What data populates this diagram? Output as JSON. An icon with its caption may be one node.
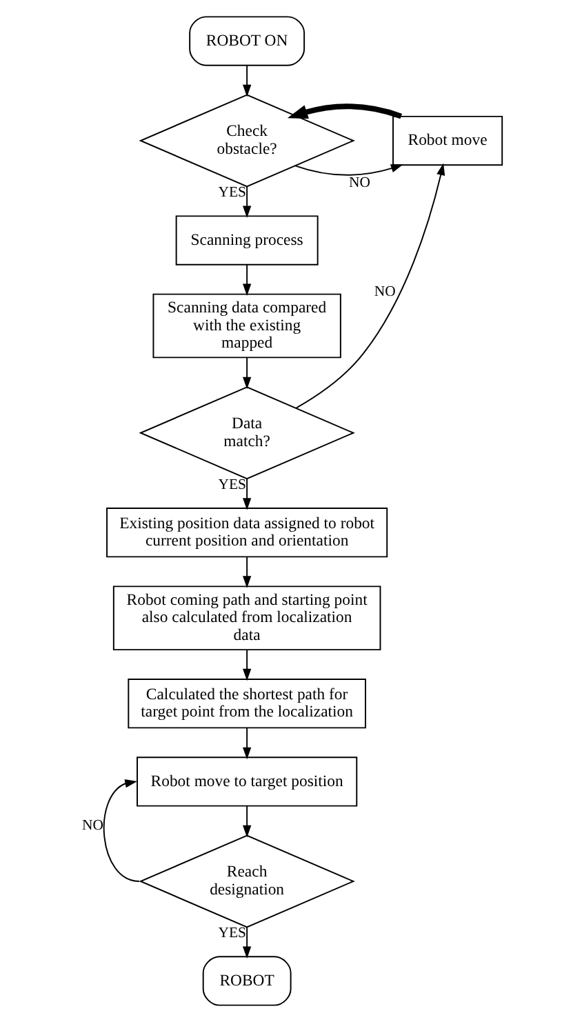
{
  "diagram": {
    "nodes": [
      {
        "text": [
          "ROBOT ON"
        ]
      },
      {
        "text": [
          "Check obstacle?"
        ]
      },
      {
        "text": [
          "Robot move"
        ]
      },
      {
        "text": [
          "Scanning process"
        ]
      },
      {
        "text": [
          "Scanning data compared with the existing mapped"
        ]
      },
      {
        "text": [
          "Data match?"
        ]
      },
      {
        "text": [
          "Existing position data assigned to robot current position and orientation"
        ]
      },
      {
        "text": [
          "Robot coming path and starting point also calculated from localization data"
        ]
      },
      {
        "text": [
          "Calculated the shortest path for target point from the localization"
        ]
      },
      {
        "text": [
          "Robot move to target position"
        ]
      },
      {
        "text": [
          "Reach designation"
        ]
      },
      {
        "text": [
          "ROBOT"
        ]
      }
    ],
    "edges": [
      {
        "from": 0,
        "to": 1,
        "arrow": "to"
      },
      {
        "from": 1,
        "to": 2,
        "arrow": "to",
        "label": "NO"
      },
      {
        "from": 2,
        "to": 1,
        "arrow": "to",
        "style": "thick"
      },
      {
        "from": 1,
        "to": 3,
        "arrow": "to",
        "label": "YES"
      },
      {
        "from": 3,
        "to": 4,
        "arrow": "to"
      },
      {
        "from": 4,
        "to": 5,
        "arrow": "to"
      },
      {
        "from": 5,
        "to": 2,
        "arrow": "to",
        "label": "NO"
      },
      {
        "from": 5,
        "to": 6,
        "arrow": "to",
        "label": "YES"
      },
      {
        "from": 6,
        "to": 7,
        "arrow": "to"
      },
      {
        "from": 7,
        "to": 8,
        "arrow": "to"
      },
      {
        "from": 8,
        "to": 9,
        "arrow": "to"
      },
      {
        "from": 9,
        "to": 10,
        "arrow": "to"
      },
      {
        "from": 10,
        "to": 9,
        "arrow": "to",
        "label": "NO"
      },
      {
        "from": 10,
        "to": 11,
        "arrow": "to",
        "label": "YES"
      }
    ]
  }
}
